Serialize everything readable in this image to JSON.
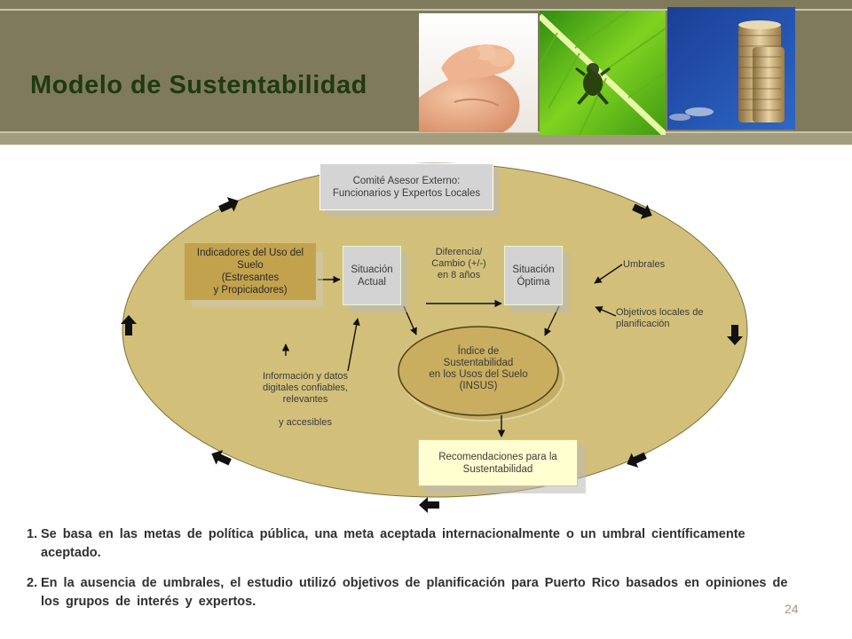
{
  "slide": {
    "title": "Modelo de Sustentabilidad",
    "page_number": "24"
  },
  "header_images": [
    "baby-hand-photo",
    "leaf-frog-photo",
    "coins-photo"
  ],
  "colors": {
    "header": "#807a5c",
    "title": "#1e3a12",
    "ellipse": "#d2c07a",
    "inner_ellipse": "#c8ae5e"
  },
  "diagram": {
    "committee": "Comité Asesor Externo:\nFuncionarios y Expertos Locales",
    "indicators": "Indicadores del Uso del Suelo\n(Estresantes\ny Propiciadores)",
    "current_situation": "Situación\nActual",
    "difference": "Diferencia/\nCambio (+/-)\nen 8 años",
    "optimal_situation": "Situación\nÓptima",
    "thresholds": "Umbrales",
    "local_objectives": "Objetivos locales de\nplanificación",
    "index": "Índice de\nSustentabilidad\nen los Usos del Suelo\n(INSUS)",
    "information": "Información y datos\ndigitales confiables,\nrelevantes\n\ny accesibles",
    "recommendations": "Recomendaciones para la\nSustentabilidad"
  },
  "bullets": [
    {
      "number": "1.",
      "text": "Se basa en las metas de política pública, una meta aceptada internacionalmente o un umbral científicamente aceptado."
    },
    {
      "number": "2.",
      "text": "En la ausencia de umbrales, el estudio utilizó objetivos de planificación para Puerto Rico basados en opiniones de los grupos de interés y expertos."
    }
  ]
}
